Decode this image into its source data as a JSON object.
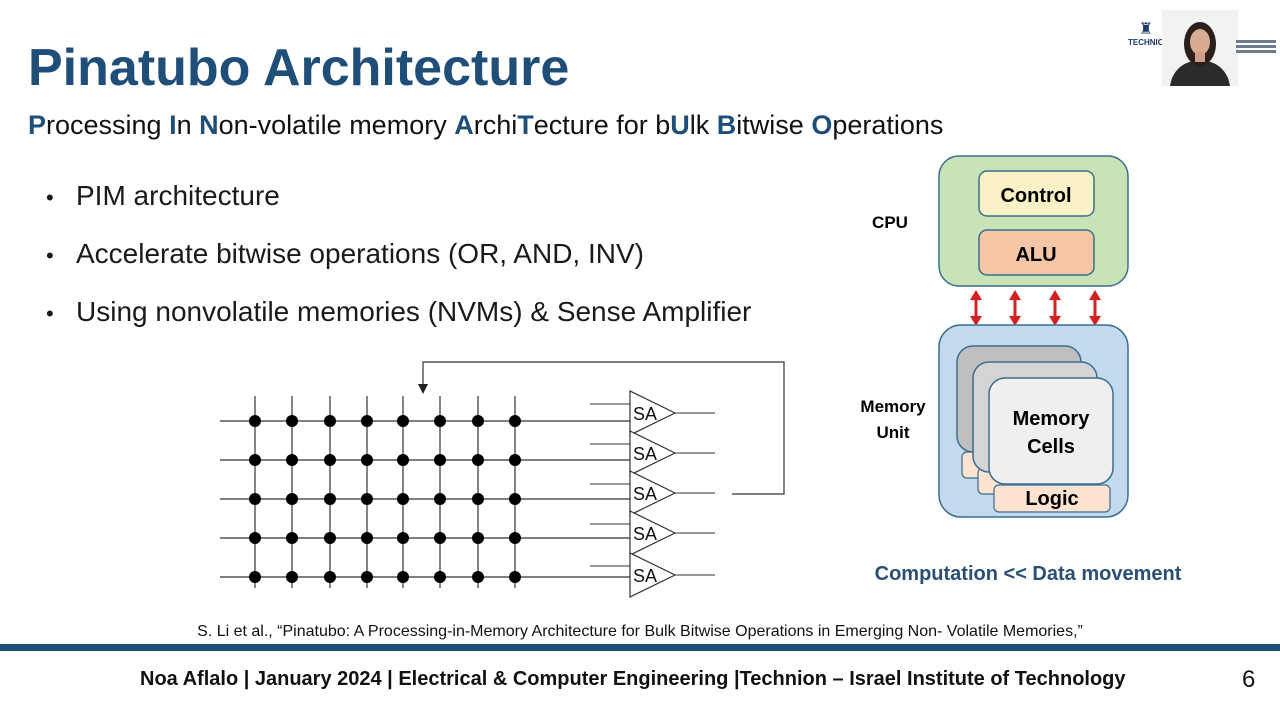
{
  "slide": {
    "title": "Pinatubo Architecture",
    "subtitle_parts": [
      {
        "t": "P",
        "h": true
      },
      {
        "t": "rocessing ",
        "h": false
      },
      {
        "t": "I",
        "h": true
      },
      {
        "t": "n ",
        "h": false
      },
      {
        "t": "N",
        "h": true
      },
      {
        "t": "on-volatile memory ",
        "h": false
      },
      {
        "t": "A",
        "h": true
      },
      {
        "t": "rchi",
        "h": false
      },
      {
        "t": "T",
        "h": true
      },
      {
        "t": "ecture for b",
        "h": false
      },
      {
        "t": "U",
        "h": true
      },
      {
        "t": "lk ",
        "h": false
      },
      {
        "t": "B",
        "h": true
      },
      {
        "t": "itwise ",
        "h": false
      },
      {
        "t": "O",
        "h": true
      },
      {
        "t": "perations",
        "h": false
      }
    ],
    "bullets": [
      "PIM architecture",
      "Accelerate bitwise operations (OR, AND, INV)",
      "Using nonvolatile memories (NVMs) & Sense Amplifier"
    ],
    "sense_amp_label": "SA",
    "cpu": {
      "label": "CPU",
      "control": "Control",
      "alu": "ALU"
    },
    "memory": {
      "label_line1": "Memory",
      "label_line2": "Unit",
      "cells_line1": "Memory",
      "cells_line2": "Cells",
      "logic": "Logic"
    },
    "tagline": "Computation << Data movement",
    "citation": "S. Li et al., “Pinatubo: A Processing-in-Memory Architecture for Bulk Bitwise Operations in Emerging Non- Volatile Memories,”",
    "footer": "Noa Aflalo | January 2024 | Electrical & Computer Engineering |Technion – Israel Institute of Technology",
    "page_number": "6",
    "logo_text": "TECHNION"
  },
  "colors": {
    "title": "#1f4e79",
    "cpu_fill": "#c9e3b8",
    "memory_fill": "#c3d9ee",
    "control_fill": "#fbf1c6",
    "alu_fill": "#f4c6a5",
    "logic_fill": "#fde3d0",
    "arrow": "#d42020",
    "tagline": "#2a4f73"
  }
}
